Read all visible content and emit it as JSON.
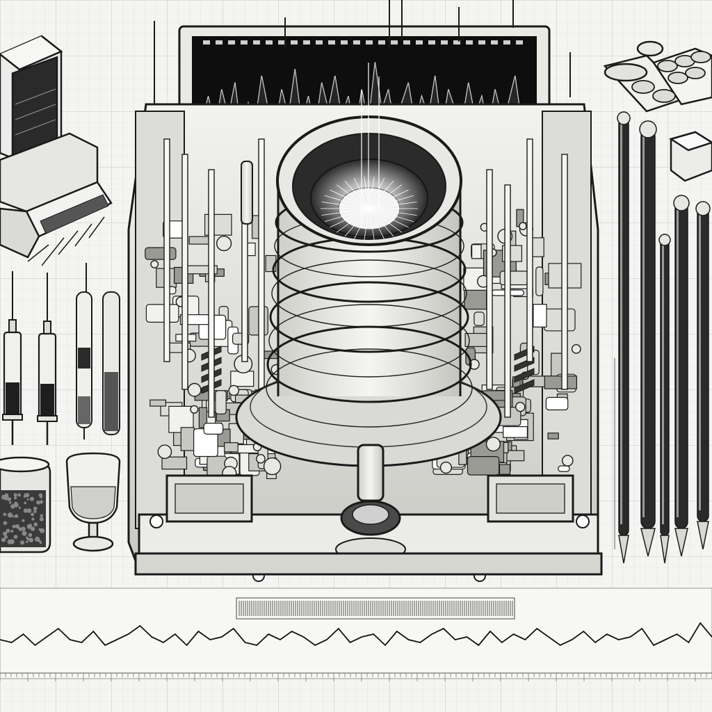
{
  "colors": {
    "paper": "#f4f4f2",
    "grid_minor": "#d9d9d6",
    "grid_major": "#c3c3bf",
    "ink": "#1a1a1a",
    "ink_mid": "#555555",
    "ink_light": "#9a9a9a",
    "screen": "#0e0e0e",
    "metal": "#e6e6e3",
    "metal_dark": "#bdbdb8"
  },
  "icons": {
    "machine": "reactor-machine-icon",
    "computer": "retro-computer-icon",
    "pills": "pill-blister-icon",
    "syringe": "syringe-icon",
    "vial": "test-tube-icon",
    "jar": "jar-icon",
    "glass": "goblet-icon",
    "pen": "pen-icon"
  },
  "waveforms": {
    "screen_trace": [
      0.55,
      0.35,
      0.6,
      0.3,
      0.5,
      0.25,
      0.65,
      0.4,
      0.55,
      0.2,
      0.45,
      0.6,
      0.3,
      0.5,
      0.15,
      0.55,
      0.35,
      0.6,
      0.25,
      0.45,
      0.2,
      0.5,
      0.35,
      0.65,
      0.3,
      0.55,
      0.1,
      0.45,
      0.3,
      0.6,
      0.4,
      0.25,
      0.55,
      0.35,
      0.5,
      0.2,
      0.6,
      0.3,
      0.45,
      0.55,
      0.25,
      0.5,
      0.35,
      0.6,
      0.3,
      0.5,
      0.4,
      0.2,
      0.55,
      0.45
    ],
    "bottom_trace": [
      0.5,
      0.55,
      0.4,
      0.6,
      0.45,
      0.3,
      0.5,
      0.55,
      0.35,
      0.6,
      0.5,
      0.4,
      0.25,
      0.45,
      0.55,
      0.4,
      0.6,
      0.35,
      0.5,
      0.45,
      0.3,
      0.55,
      0.6,
      0.4,
      0.5,
      0.35,
      0.45,
      0.6,
      0.5,
      0.3,
      0.55,
      0.45,
      0.4,
      0.6,
      0.35,
      0.5,
      0.55,
      0.4,
      0.3,
      0.5,
      0.45,
      0.6,
      0.35,
      0.55,
      0.4,
      0.5,
      0.3,
      0.45,
      0.6,
      0.5,
      0.35,
      0.55,
      0.4,
      0.5,
      0.45,
      0.3,
      0.6,
      0.5,
      0.4,
      0.55,
      0.2,
      0.45
    ]
  }
}
